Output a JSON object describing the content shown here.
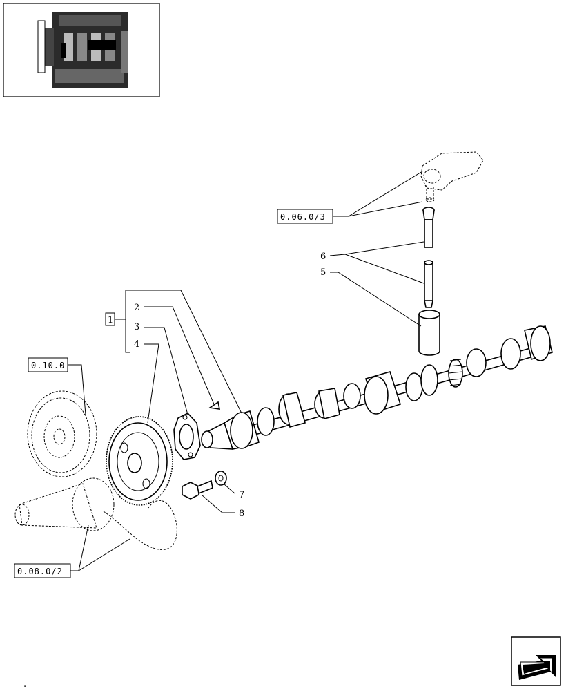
{
  "thumbnail": {
    "icon": "engine-thumbnail-icon"
  },
  "callouts": {
    "group": "1",
    "items": [
      "2",
      "3",
      "4",
      "5",
      "6",
      "7",
      "8"
    ]
  },
  "references": {
    "rocker": "0.06.0/3",
    "gear_train": "0.10.0",
    "crankshaft": "0.08.0/2"
  },
  "navigation": {
    "icon": "next-page-arrow-icon"
  },
  "footer_mark": "."
}
